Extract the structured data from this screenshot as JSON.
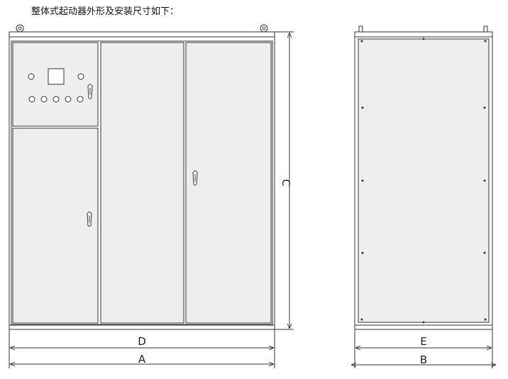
{
  "caption": "整体式起动器外形及安装尺寸如下：",
  "dimensions": {
    "d": "D",
    "a": "A",
    "c": "C",
    "e": "E",
    "b": "B"
  },
  "colors": {
    "line": "#333333",
    "panel_fill": "#eeeeee"
  }
}
